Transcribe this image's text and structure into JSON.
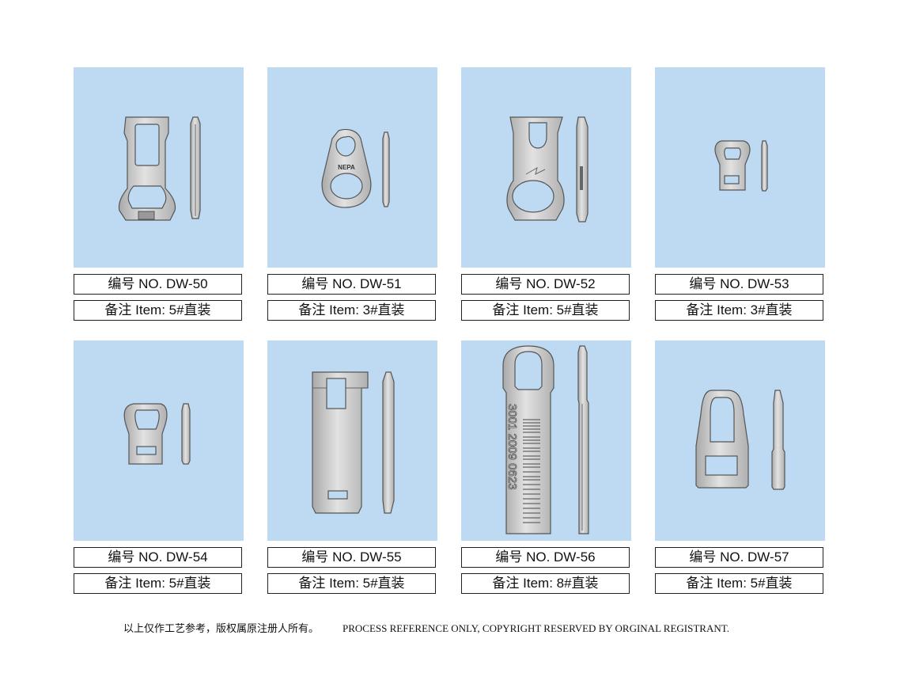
{
  "items": [
    {
      "number": "编号 NO.  DW-50",
      "note": "备注 Item:  5#直装"
    },
    {
      "number": "编号 NO.  DW-51",
      "note": "备注 Item:  3#直装",
      "engraving": "NEPA"
    },
    {
      "number": "编号 NO.  DW-52",
      "note": "备注 Item:  5#直装"
    },
    {
      "number": "编号 NO.  DW-53",
      "note": "备注 Item:  3#直装"
    },
    {
      "number": "编号 NO.  DW-54",
      "note": "备注 Item:  5#直装"
    },
    {
      "number": "编号 NO.  DW-55",
      "note": "备注 Item:  5#直装"
    },
    {
      "number": "编号 NO.  DW-56",
      "note": "备注 Item:  8#直装",
      "engraving": "3001 2009 0623"
    },
    {
      "number": "编号 NO.  DW-57",
      "note": "备注 Item:   5#直装"
    }
  ],
  "footer": {
    "cn": "以上仅作工艺参考，版权属原注册人所有。",
    "en": "PROCESS REFERENCE ONLY, COPYRIGHT RESERVED BY ORGINAL REGISTRANT."
  },
  "colors": {
    "panel": "#bddaf2",
    "metal": "#c8c8c8"
  }
}
